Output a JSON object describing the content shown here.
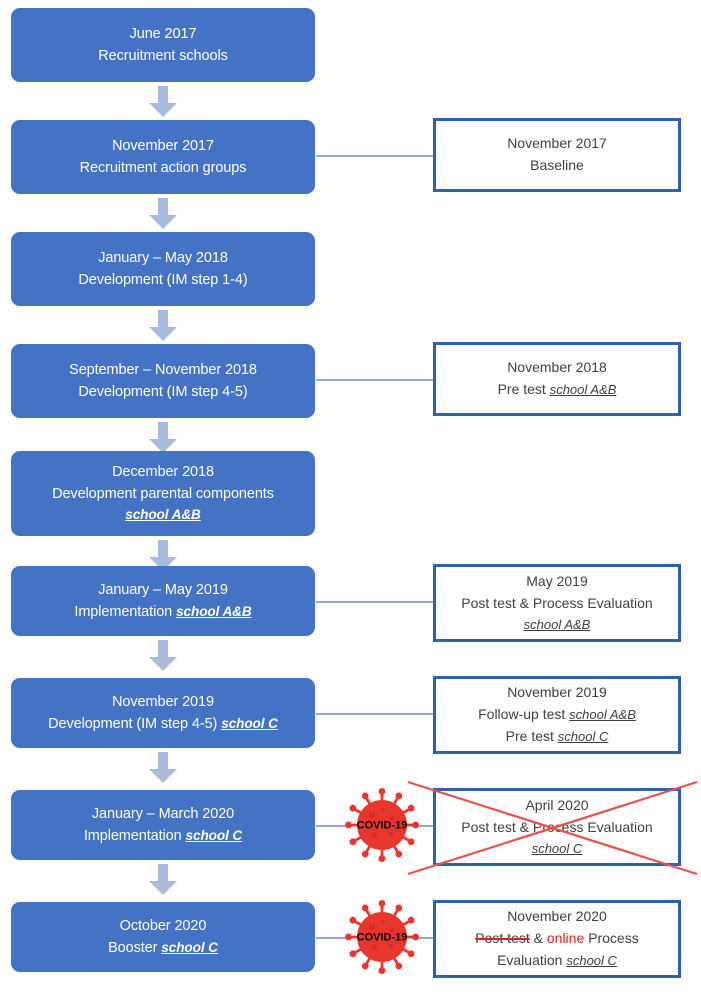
{
  "diagram": {
    "title": "Study timeline flowchart",
    "colors": {
      "process_fill": "#4472C4",
      "process_text": "#FFFFFF",
      "outcome_border": "#2E61B0",
      "outcome_text": "#404040",
      "arrow": "#A8BBDD",
      "connector": "#8FAADC",
      "covid_red": "#E8352E",
      "cancel_red": "#E8524A",
      "highlight_red": "#E02020"
    }
  },
  "process_steps": [
    {
      "name": "recruitment-schools",
      "date": "June 2017",
      "activity": "Recruitment schools",
      "school": ""
    },
    {
      "name": "recruitment-action-groups",
      "date": "November 2017",
      "activity": "Recruitment action groups",
      "school": ""
    },
    {
      "name": "development-im-1-4",
      "date": "January – May 2018",
      "activity": "Development (IM step 1-4)",
      "school": ""
    },
    {
      "name": "development-im-4-5",
      "date": "September – November 2018",
      "activity": "Development (IM step 4-5)",
      "school": ""
    },
    {
      "name": "development-parental-components",
      "date": "December 2018",
      "activity": "Development parental components",
      "school": "school A&B"
    },
    {
      "name": "implementation-school-ab",
      "date": "January – May 2019",
      "activity": "Implementation",
      "school": "school A&B"
    },
    {
      "name": "development-im-4-5-school-c",
      "date": "November 2019",
      "activity": "Development (IM step 4-5)",
      "school": "school C"
    },
    {
      "name": "implementation-school-c",
      "date": "January – March 2020",
      "activity": "Implementation",
      "school": "school C"
    },
    {
      "name": "booster-school-c",
      "date": "October 2020",
      "activity": "Booster",
      "school": "school C"
    }
  ],
  "measurements": [
    {
      "name": "baseline",
      "date": "November 2017",
      "line2": "Baseline",
      "line2_school": "",
      "line3": "",
      "line3_school": "",
      "cancelled": false,
      "covid": false
    },
    {
      "name": "pre-test-school-ab",
      "date": "November 2018",
      "line2": "Pre test",
      "line2_school": "school A&B",
      "line3": "",
      "line3_school": "",
      "cancelled": false,
      "covid": false
    },
    {
      "name": "post-test-process-eval-school-ab",
      "date": "May 2019",
      "line2": "Post test  & Process Evaluation",
      "line2_school": "",
      "line3": "",
      "line3_school": "school A&B",
      "cancelled": false,
      "covid": false
    },
    {
      "name": "follow-up-and-pre-test",
      "date": "November 2019",
      "line2": "Follow-up test",
      "line2_school": "school A&B",
      "line3": "Pre test",
      "line3_school": "school C",
      "cancelled": false,
      "covid": false
    },
    {
      "name": "post-test-process-eval-school-c-cancelled",
      "date": "April 2020",
      "line2": "Post test  & Process Evaluation",
      "line2_school": "",
      "line3": "",
      "line3_school": "school C",
      "cancelled": true,
      "covid": true
    },
    {
      "name": "online-process-eval-school-c",
      "date": "November 2020",
      "line2_struck": "Post test",
      "line2_mid": " & ",
      "line2_red": "online",
      "line2_tail": " Process",
      "line3": "Evaluation",
      "line3_school": "school C",
      "cancelled": false,
      "covid": true
    }
  ],
  "covid_badges": [
    {
      "name": "covid-badge-april-2020",
      "label": "COVID-19"
    },
    {
      "name": "covid-badge-november-2020",
      "label": "COVID-19"
    }
  ]
}
